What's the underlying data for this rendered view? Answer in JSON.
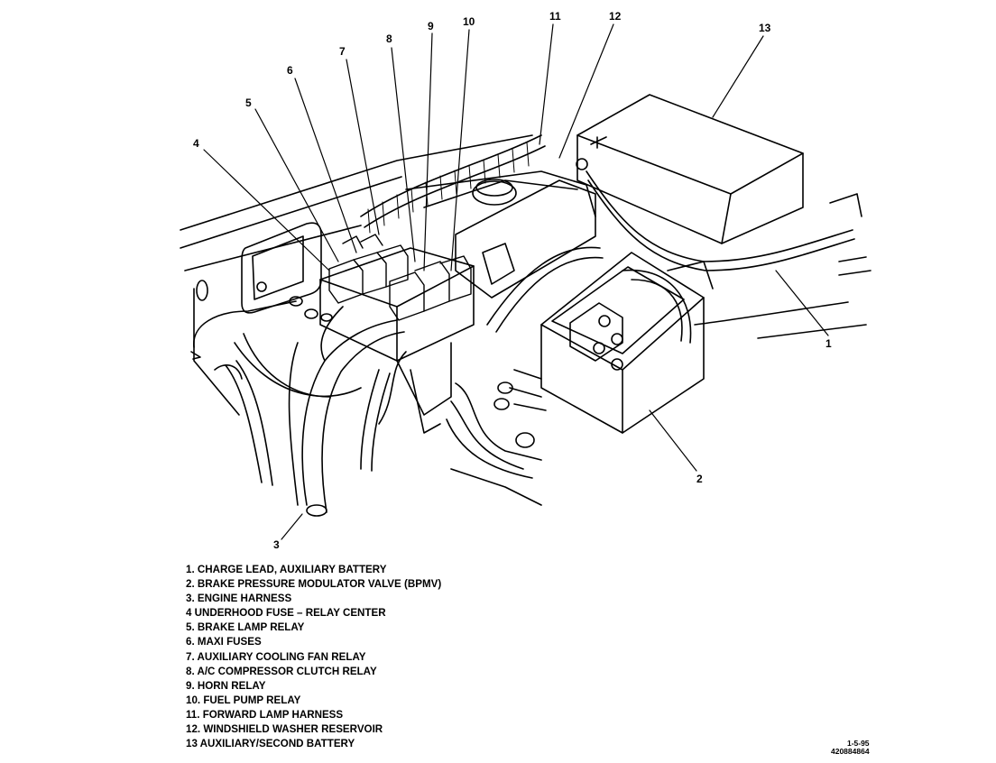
{
  "callouts": [
    "1",
    "2",
    "3",
    "4",
    "5",
    "6",
    "7",
    "8",
    "9",
    "10",
    "11",
    "12",
    "13"
  ],
  "legend": [
    "1. CHARGE LEAD, AUXILIARY BATTERY",
    "2. BRAKE PRESSURE MODULATOR VALVE (BPMV)",
    "3. ENGINE HARNESS",
    "4  UNDERHOOD FUSE  –  RELAY CENTER",
    "5. BRAKE LAMP RELAY",
    "6. MAXI FUSES",
    "7. AUXILIARY COOLING FAN RELAY",
    "8. A/C COMPRESSOR CLUTCH RELAY",
    "9. HORN RELAY",
    "10. FUEL PUMP RELAY",
    "11. FORWARD LAMP HARNESS",
    "12. WINDSHIELD WASHER RESERVOIR",
    "13  AUXILIARY/SECOND BATTERY"
  ],
  "figure_code": {
    "line1": "1-5-95",
    "line2": "420884864"
  }
}
